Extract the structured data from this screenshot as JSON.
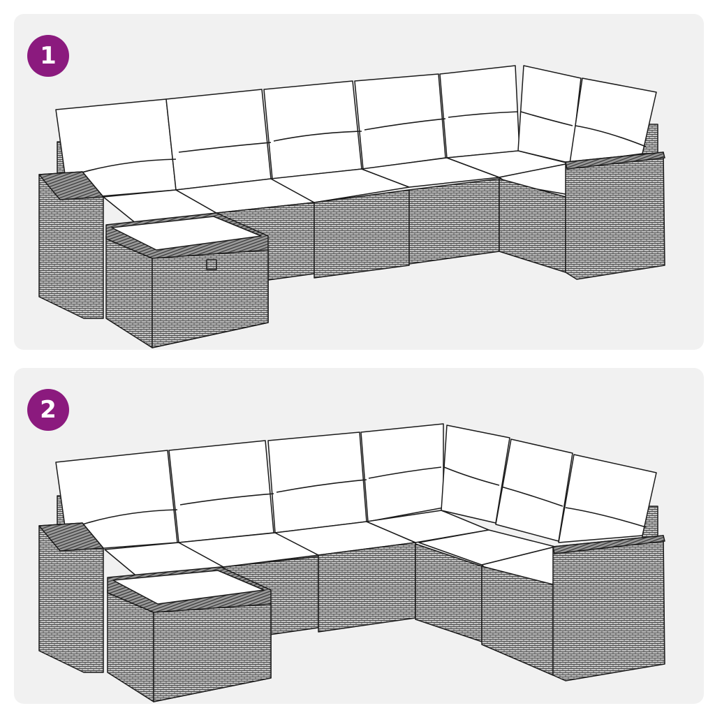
{
  "colors": {
    "badge_bg": "#8b1a7e",
    "badge_text": "#ffffff",
    "panel_bg": "#f1f1f1",
    "page_bg": "#ffffff",
    "wicker_base": "#bdbdbd",
    "wicker_line": "#555555",
    "cushion": "#ffffff",
    "outline": "#1a1a1a"
  },
  "panels": [
    {
      "number": "1",
      "description": "Rattan sectional sofa set, U-shaped configuration with footstool and right corner",
      "icon": "sofa-configuration-illustration"
    },
    {
      "number": "2",
      "description": "Rattan sectional sofa set, L-shaped configuration with footstool and extended right corner",
      "icon": "sofa-configuration-illustration"
    }
  ]
}
